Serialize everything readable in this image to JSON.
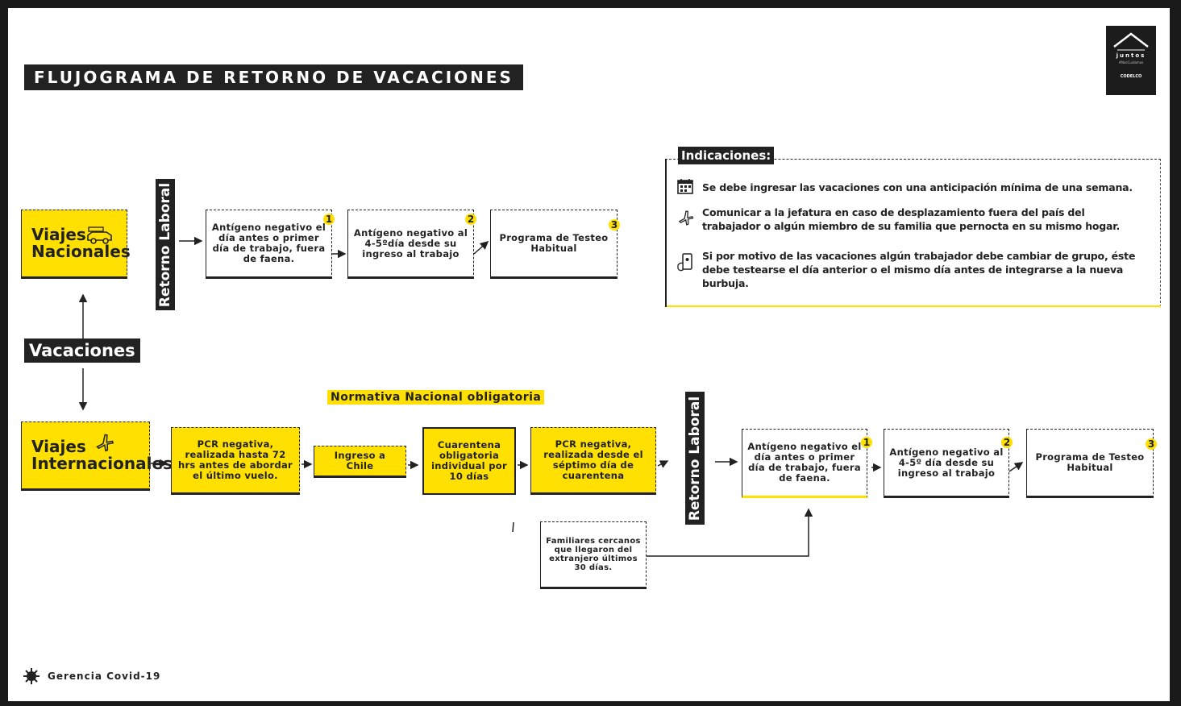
{
  "title": "FLUJOGRAMA DE RETORNO DE VACACIONES",
  "logo": {
    "line1": "juntos",
    "line2": "#NosCuidamos",
    "line3": "CODELCO"
  },
  "indications": {
    "heading": "Indicaciones:",
    "items": [
      {
        "icon": "calendar-icon",
        "text": "Se debe ingresar las vacaciones con una anticipación mínima de una semana."
      },
      {
        "icon": "plane-icon",
        "text": "Comunicar a la jefatura en caso de desplazamiento fuera del país del trabajador o algún miembro de su familia que pernocta en su mismo hogar."
      },
      {
        "icon": "phone-hand-icon",
        "text": "Si por motivo de las vacaciones algún trabajador debe cambiar de grupo, éste debe testearse el día anterior o el mismo día antes de integrarse a la nueva burbuja."
      }
    ]
  },
  "vacaciones": "Vacaciones",
  "nacionales": {
    "label": "Viajes Nacionales",
    "retorno": "Retorno Laboral",
    "steps": [
      {
        "text": "Antígeno negativo el día antes o primer día de trabajo, fuera de faena.",
        "num": "1"
      },
      {
        "text": "Antígeno negativo al 4-5ºdía desde su ingreso al trabajo",
        "num": "2"
      },
      {
        "text": "Programa de Testeo Habitual",
        "num": "3"
      }
    ]
  },
  "internacionales": {
    "label": "Viajes Internacionales",
    "normativa": "Normativa Nacional obligatoria",
    "pcr1": "PCR negativa, realizada hasta 72 hrs antes de abordar el último vuelo.",
    "ingreso": "Ingreso a Chile",
    "cuarentena": "Cuarentena obligatoria individual por 10 días",
    "pcr2": "PCR negativa, realizada desde el séptimo día de cuarentena",
    "familiares": "Familiares cercanos que llegaron del extranjero últimos 30 días.",
    "retorno": "Retorno Laboral",
    "steps": [
      {
        "text": "Antígeno negativo el día antes o primer día de trabajo, fuera de faena.",
        "num": "1"
      },
      {
        "text": "Antígeno negativo al 4-5º día desde su ingreso al trabajo",
        "num": "2"
      },
      {
        "text": "Programa de Testeo Habitual",
        "num": "3"
      }
    ]
  },
  "footer": "Gerencia Covid-19",
  "colors": {
    "accent": "#ffe000",
    "dark": "#222222"
  }
}
